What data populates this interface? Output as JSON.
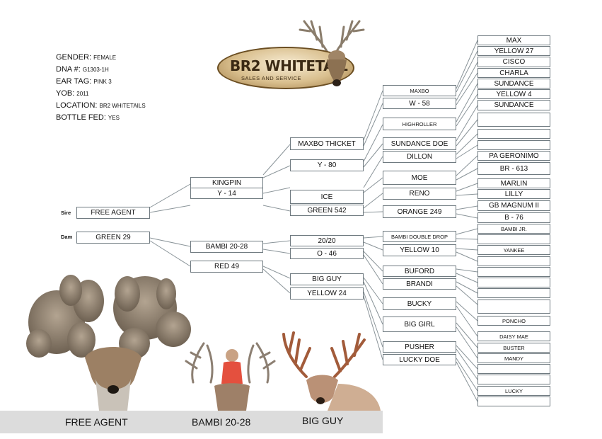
{
  "info": {
    "gender_label": "GENDER:",
    "gender_value": "FEMALE",
    "dna_label": "DNA #:",
    "dna_value": "G1303-1H",
    "ear_label": "EAR TAG:",
    "ear_value": "PINK 3",
    "yob_label": "YOB:",
    "yob_value": "2011",
    "location_label": "LOCATION:",
    "location_value": "BR2 WHITETAILS",
    "bottle_label": "BOTTLE FED:",
    "bottle_value": "YES"
  },
  "logo": {
    "title": "BR2 WHITETAIL",
    "subtitle": "SALES AND SERVICE"
  },
  "labels": {
    "sire": "Sire",
    "dam": "Dam"
  },
  "gen1": {
    "sire": "FREE AGENT",
    "dam": "GREEN 29"
  },
  "gen2": {
    "kingpin": "KINGPIN",
    "y14": "Y - 14",
    "bambi": "BAMBI 20-28",
    "red49": "RED 49"
  },
  "gen3": {
    "maxbo_thicket": "MAXBO THICKET",
    "y80": "Y - 80",
    "ice": "ICE",
    "green542": "GREEN 542",
    "twenty": "20/20",
    "o46": "O - 46",
    "big_guy": "BIG GUY",
    "yellow24": "YELLOW 24"
  },
  "gen4": {
    "maxbo": "MAXBO",
    "w58": "W - 58",
    "highroller": "HIGHROLLER",
    "sundance_doe": "SUNDANCE DOE",
    "dillon": "DILLON",
    "moe": "MOE",
    "reno": "RENO",
    "orange249": "ORANGE 249",
    "bambi_double": "BAMBI DOUBLE DROP",
    "yellow10": "YELLOW 10",
    "buford": "BUFORD",
    "brandi": "BRANDI",
    "bucky": "BUCKY",
    "big_girl": "BIG GIRL",
    "pusher": "PUSHER",
    "lucky_doe": "LUCKY DOE"
  },
  "gen5": {
    "r0": "MAX",
    "r1": "YELLOW 27",
    "r2": "CISCO",
    "r3": "CHARLA",
    "r4": "SUNDANCE",
    "r5": "YELLOW 4",
    "r6": "SUNDANCE",
    "r7": "",
    "r8": "",
    "r9": "",
    "r10": "PA GERONIMO",
    "r11": "BR - 613",
    "r12": "MARLIN",
    "r13": "LILLY",
    "r14": "GB MAGNUM II",
    "r15": "B - 76",
    "r16": "BAMBI JR.",
    "r17": "",
    "r18": "YANKEE",
    "r19": "",
    "r20": "",
    "r21": "",
    "r22": "",
    "r23": "",
    "r24": "PONCHO",
    "r25": "DAISY MAE",
    "r26": "BUSTER",
    "r27": "MANDY",
    "r28": "",
    "r29": "",
    "r30": "LUCKY",
    "r31": ""
  },
  "captions": {
    "free_agent": "FREE AGENT",
    "bambi": "BAMBI 20-28",
    "big_guy": "BIG GUY"
  }
}
